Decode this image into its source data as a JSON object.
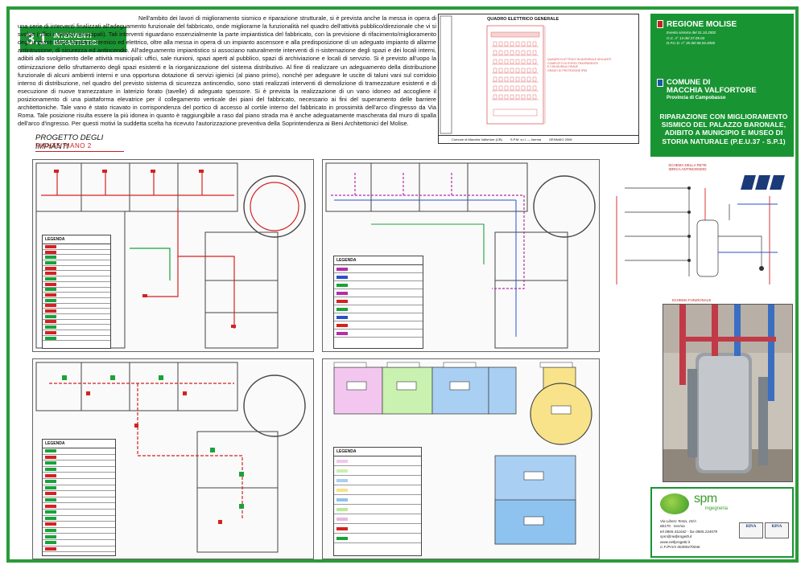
{
  "section": {
    "number": "3.1",
    "label_line1": "INTERVENTI",
    "label_line2": "IMPIANTISTICI"
  },
  "intro": {
    "paragraph": "Nell'ambito dei lavori di miglioramento sismico e riparazione strutturale, si è prevista anche la messa in opera di una serie di interventi finalizzati all'adeguamento funzionale del fabbricato, onde migliorarne la funzionalità nel quadro dell'attività pubblico/direzionale che vi si svolge (uffici e servizi municipali). Tali interventi riguardano essenzialmente la parte impiantistica del fabbricato, con la previsione di rifacimento/miglioramento degli impianti idrico-sanitario, termico ed elettrico, oltre alla messa in opera di un impianto ascensore e alla predisposizione di un adeguato impianto di allarme antintrusione, di sicurezza ed antincendio. All'adeguamento impiantistico si associano naturalmente interventi di ri-sistemazione degli spazi e dei locali interni, adibiti allo svolgimento delle attività municipali: uffici, sale riunioni, spazi aperti al pubblico, spazi di archiviazione e locali di servizio. Si è previsto all'uopo la ottimizzazione dello sfruttamento degli spazi esistenti e la riorganizzazione del sistema distributivo. Al fine di realizzare un adeguamento della distribuzione funzionale di alcuni ambienti interni e una opportuna dotazione di servizi igienici (al piano primo), nonché per adeguare le uscite di taluni vani sul corridoio interno di distribuzione, nel quadro del previsto sistema di sicurezza antincendio, sono stati realizzati interventi di demolizione di tramezzature esistenti e di esecuzione di nuove tramezzature in laterizio forato (tavelle) di adeguato spessore. Si è prevista la realizzazione di un vano idoneo ad accogliere il posizionamento di una piattaforma elevatrice per il collegamento verticale dei piani del fabbricato, necessario ai fini del superamento delle barriere architettoniche. Tale vano è stato ricavato in corrispondenza del portico di accesso al cortile interno del fabbricato in prossimità dell'arco d'ingresso da Via Roma. Tale posizione risulta essere la più idonea in quanto è raggiungibile a raso dal piano strada ma è anche adeguatamente mascherata dal muro di spalla dell'arco d'ingresso. Per questi motivi la suddetta scelta ha ricevuto l'autorizzazione preventiva della Soprintendenza ai Beni Architettonici del Molise."
  },
  "project": {
    "title": "PROGETTO DEGLI IMPIANTI",
    "subtitle": "PIANTE PIANO 2"
  },
  "panel_drawing": {
    "title": "QUADRO ELETTRICO GENERALE",
    "footer": [
      "Comune di Macchia Valfortore (CB)",
      "S.P.M. s.r.l. — Isernia",
      "GENNAIO 2008"
    ]
  },
  "info": {
    "region": "REGIONE MOLISE",
    "region_lines": [
      "Evento sismico del 31.10.2002",
      "O.C. n° 13 del 27.05.03",
      "D.P.C.D. n° 35 del 06.04.2005"
    ],
    "comune_line1": "COMUNE DI",
    "comune_line2": "MACCHIA VALFORTORE",
    "province": "Provincia di Campobasso",
    "project_name": "RIPARAZIONE CON MIGLIORAMENTO SISMICO DEL PALAZZO BARONALE, ADIBITO A MUNICIPIO E MUSEO DI STORIA NATURALE (P.E.U.37 - S.P.1)"
  },
  "legends": {
    "title": "LEGENDA"
  },
  "schema": {
    "label_top_line1": "SCHEMA DELLA RETE",
    "label_top_line2": "IDRICA ANTINCENDIO",
    "label_photo": "SCHEMA FUNZIONALE"
  },
  "firm": {
    "brand": "spm",
    "brand_sub": "ingegneria",
    "address": [
      "Via Libero Testa, 15/A",
      "86170 - Isernia",
      "tel 0865.411642 - fax 0865.234579",
      "spm@nellprogetti.it",
      "www.nellprogetti.it",
      "C.F./P.IVA 00390470046"
    ],
    "cert1": "RINA",
    "cert2": "RINA"
  },
  "colors": {
    "brand_green": "#1a9432",
    "frame_green": "#2a9a3a",
    "plan_red": "#d42222",
    "plan_green": "#19a33a",
    "plan_magenta": "#b42ea6",
    "plan_blue": "#2a52c8"
  }
}
